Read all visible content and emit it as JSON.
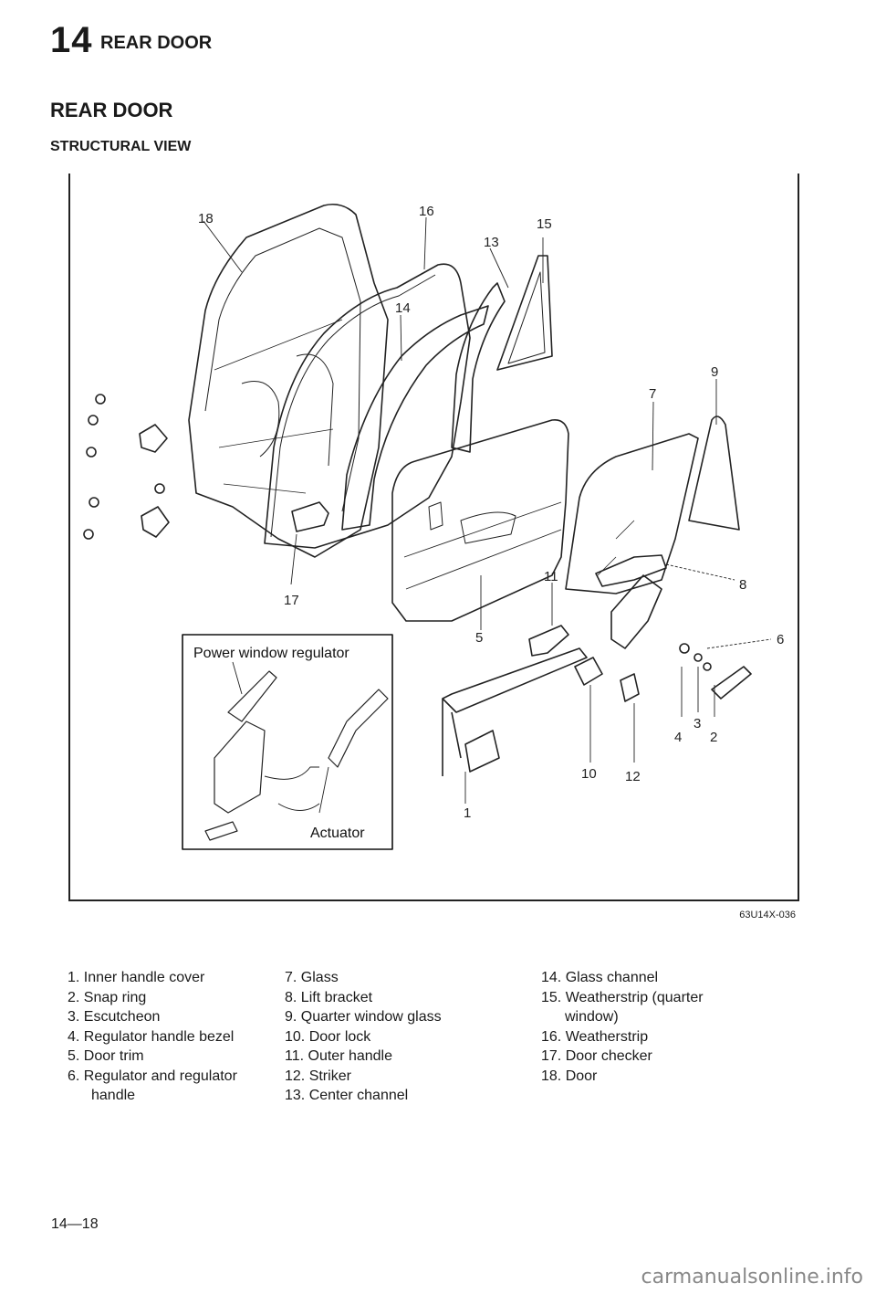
{
  "header": {
    "chapter_number": "14",
    "chapter_title": "REAR DOOR"
  },
  "section_title": "REAR DOOR",
  "subsection_title": "STRUCTURAL VIEW",
  "figure": {
    "code": "63U14X-036",
    "inset": {
      "title": "Power window regulator",
      "actuator_label": "Actuator"
    },
    "callouts": [
      "18",
      "16",
      "15",
      "13",
      "14",
      "9",
      "7",
      "8",
      "11",
      "5",
      "6",
      "3",
      "4",
      "2",
      "10",
      "12",
      "1",
      "17"
    ]
  },
  "legend": {
    "col1": [
      "1. Inner handle cover",
      "2. Snap ring",
      "3. Escutcheon",
      "4. Regulator handle bezel",
      "5. Door trim",
      "6. Regulator and regulator"
    ],
    "col1_cont": "handle",
    "col2": [
      "7. Glass",
      "8. Lift bracket",
      "9. Quarter window glass",
      "10. Door lock",
      "11. Outer handle",
      "12. Striker",
      "13. Center channel"
    ],
    "col3": [
      "14. Glass channel",
      "15. Weatherstrip (quarter"
    ],
    "col3_cont": "window)",
    "col3b": [
      "16. Weatherstrip",
      "17. Door checker",
      "18. Door"
    ]
  },
  "footer": {
    "page_number": "14—18",
    "watermark": "carmanualsonline.info"
  }
}
